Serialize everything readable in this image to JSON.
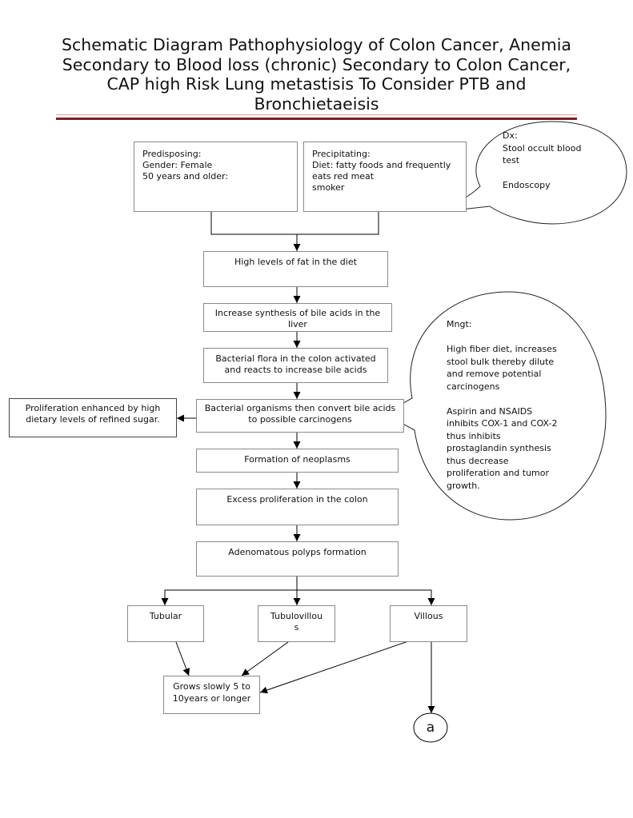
{
  "title": "Schematic Diagram Pathophysiology of Colon Cancer, Anemia Secondary to Blood loss (chronic) Secondary to Colon Cancer, CAP high Risk Lung metastisis To Consider PTB and Bronchietaeisis",
  "predisposing": [
    "Predisposing:",
    "Gender: Female",
    "50 years and older:"
  ],
  "precipitating": [
    "Precipitating:",
    "Diet: fatty foods and frequently",
    "eats red meat",
    "smoker"
  ],
  "dx": {
    "label": "Dx:",
    "items": [
      "Stool occult blood",
      "test",
      "",
      "Endoscopy"
    ]
  },
  "mngt": {
    "label": "Mngt:",
    "items": [
      "",
      "High fiber diet, increases",
      "stool bulk thereby dilute",
      "and remove potential",
      "carcinogens",
      "",
      "Aspirin and NSAIDS",
      "inhibits COX-1 and COX-2",
      "thus inhibits",
      "prostaglandin synthesis",
      "thus decrease",
      "proliferation and tumor",
      "growth."
    ]
  },
  "flow": {
    "fat": "High levels of fat in the diet",
    "bile": "Increase synthesis of bile acids in the liver",
    "flora": "Bacterial flora in the colon activated and reacts to increase bile acids",
    "convert": "Bacterial organisms then convert bile acids to possible carcinogens",
    "sugar": "Proliferation enhanced by high dietary levels of refined sugar.",
    "neoplasms": "Formation of neoplasms",
    "proliferation": "Excess proliferation in the colon",
    "polyps": "Adenomatous polyps formation",
    "tubular": "Tubular",
    "tubulovillous": [
      "Tubulovillou",
      "s"
    ],
    "villous": "Villous",
    "grows": "Grows slowly 5 to 10years or longer",
    "connector": "a"
  }
}
